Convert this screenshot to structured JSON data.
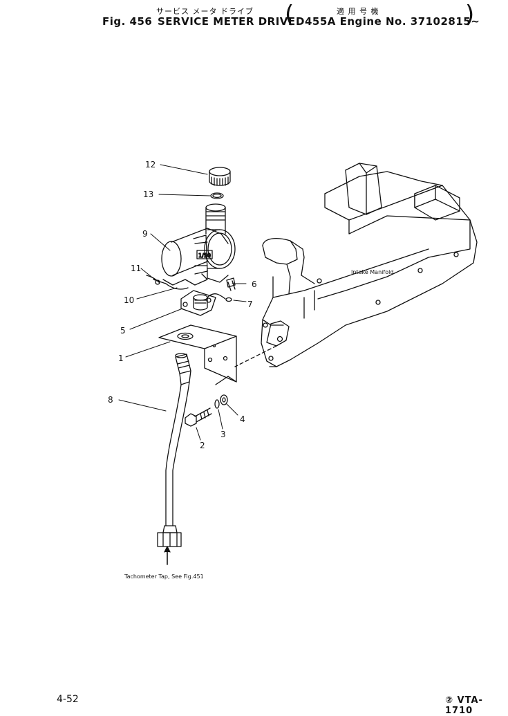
{
  "header": {
    "jp_title": "サービス メータ ドライブ",
    "jp_applicable": "適 用 号 機",
    "fig_label": "Fig. 456",
    "title": "SERVICE METER DRIVE",
    "applicability": "D455A Engine No. 37102815~",
    "paren_open": "(",
    "paren_close": ")"
  },
  "callouts": [
    "1",
    "2",
    "3",
    "4",
    "5",
    "6",
    "7",
    "8",
    "9",
    "10",
    "11",
    "12",
    "13"
  ],
  "annotations": {
    "intake_manifold": "Intake Manifold",
    "tachometer_note": "Tachometer Tap, See Fig.451",
    "meter_face": "1/50"
  },
  "footer": {
    "page": "4-52",
    "code": "② VTA-1710"
  }
}
